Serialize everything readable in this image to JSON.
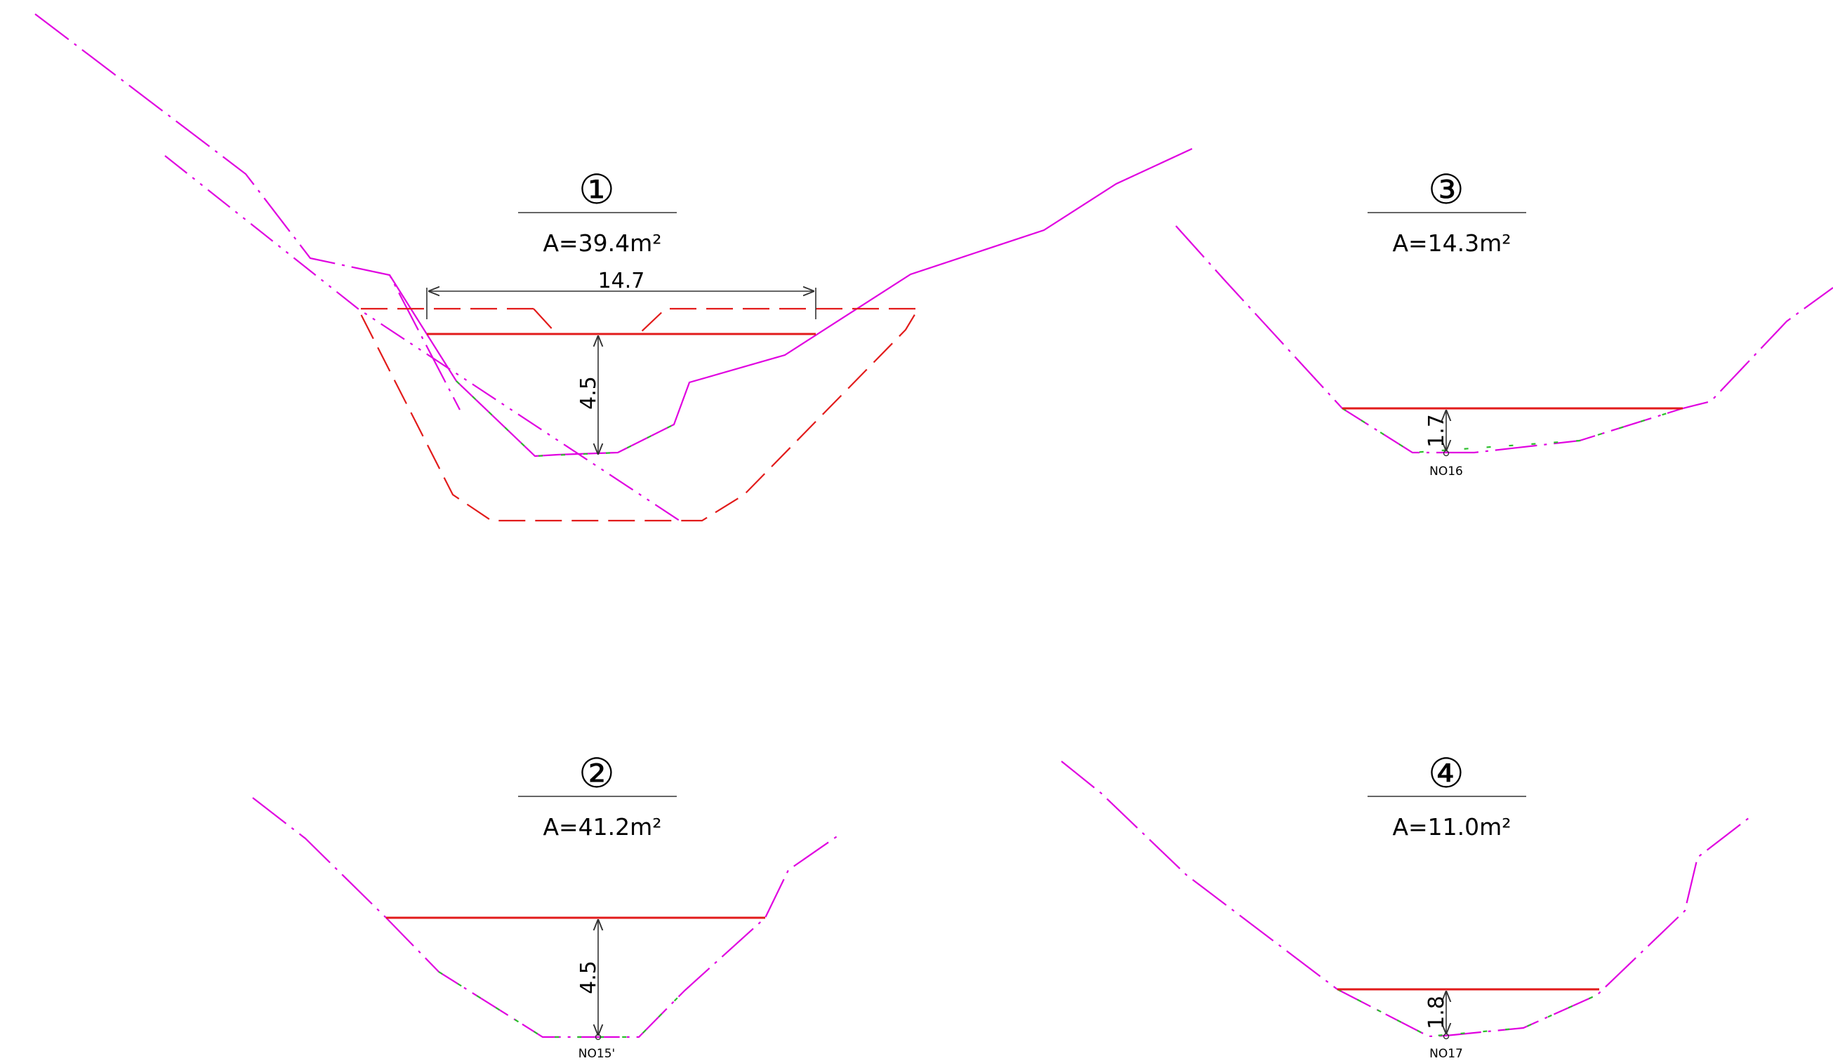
{
  "sections": [
    {
      "id": "s1",
      "number": "①",
      "area": "A=39.4m²",
      "width_dim": "14.7",
      "depth_dim": "4.5",
      "station": ""
    },
    {
      "id": "s2",
      "number": "②",
      "area": "A=41.2m²",
      "width_dim": "",
      "depth_dim": "4.5",
      "station": "NO15'"
    },
    {
      "id": "s3",
      "number": "③",
      "area": "A=14.3m²",
      "width_dim": "",
      "depth_dim": "1.7",
      "station": "NO16"
    },
    {
      "id": "s4",
      "number": "④",
      "area": "A=11.0m²",
      "width_dim": "",
      "depth_dim": "1.8",
      "station": "NO17"
    }
  ],
  "colors": {
    "ground_line": "#e000e0",
    "design_line": "#e21b1b",
    "water_level": "#e21b1b",
    "dimension": "#333333"
  }
}
